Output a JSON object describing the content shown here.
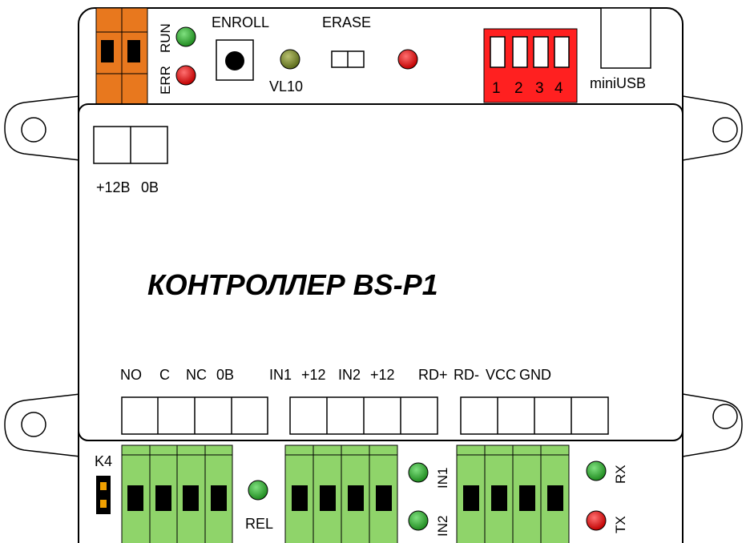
{
  "title": "КОНТРОЛЛЕР BS-P1",
  "top": {
    "run_label": "RUN",
    "err_label": "ERR",
    "enroll_label": "ENROLL",
    "erase_label": "ERASE",
    "vl10_label": "VL10",
    "usb_label": "miniUSB",
    "dip_numbers": [
      "1",
      "2",
      "3",
      "4"
    ]
  },
  "power": {
    "label_12v": "+12В",
    "label_0v": "0В"
  },
  "terminals": {
    "relay": [
      "NO",
      "C",
      "NC",
      "0В"
    ],
    "inputs": [
      "IN1",
      "+12",
      "IN2",
      "+12"
    ],
    "reader": [
      "RD+",
      "RD-",
      "VCC",
      "GND"
    ]
  },
  "bottom": {
    "k4_label": "K4",
    "rel_label": "REL",
    "in1_label": "IN1",
    "in2_label": "IN2",
    "rx_label": "RX",
    "tx_label": "TX"
  },
  "colors": {
    "led_green": "#2e9b2e",
    "led_red": "#e01010",
    "led_olive": "#7a8a2a",
    "terminal_orange": "#e8781e",
    "terminal_green": "#8fd46a",
    "dip_red": "#ff2020",
    "jumper_yellow": "#f0a000"
  }
}
